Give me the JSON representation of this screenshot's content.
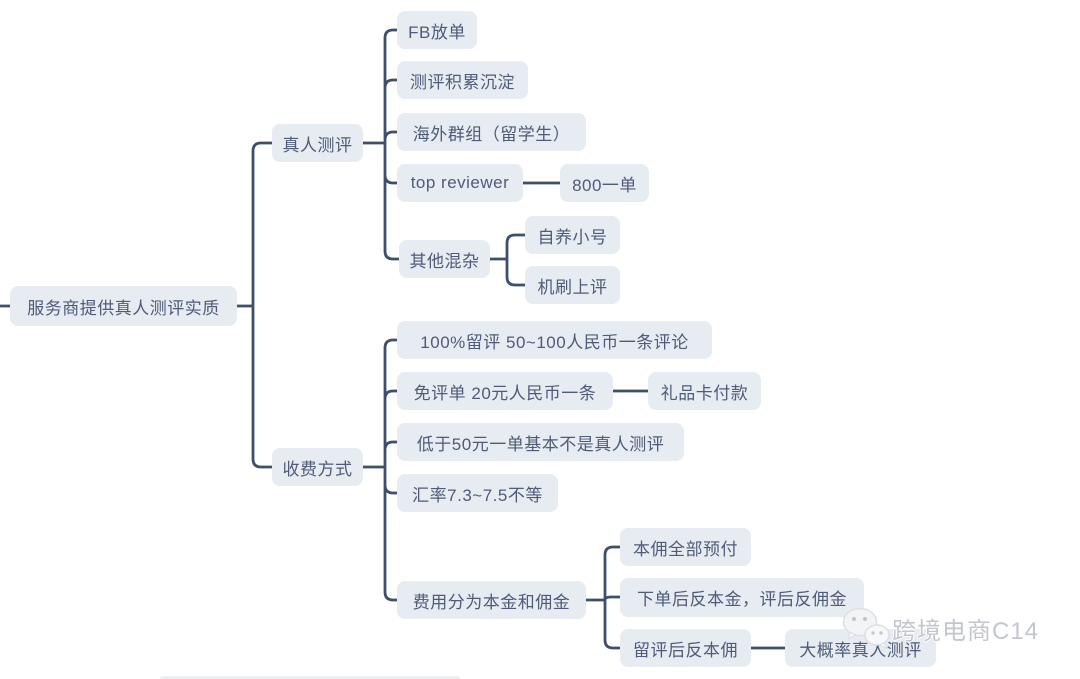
{
  "mindmap": {
    "root": {
      "label": "服务商提供真人测评实质"
    },
    "branches": [
      {
        "label": "真人测评",
        "children": [
          {
            "label": "FB放单"
          },
          {
            "label": "测评积累沉淀"
          },
          {
            "label": "海外群组（留学生）"
          },
          {
            "label": "top reviewer",
            "children": [
              {
                "label": "800一单"
              }
            ]
          },
          {
            "label": "其他混杂",
            "children": [
              {
                "label": "自养小号"
              },
              {
                "label": "机刷上评"
              }
            ]
          }
        ]
      },
      {
        "label": "收费方式",
        "children": [
          {
            "label": "100%留评 50~100人民币一条评论"
          },
          {
            "label": "免评单 20元人民币一条",
            "children": [
              {
                "label": "礼品卡付款"
              }
            ]
          },
          {
            "label": "低于50元一单基本不是真人测评"
          },
          {
            "label": "汇率7.3~7.5不等"
          },
          {
            "label": "费用分为本金和佣金",
            "children": [
              {
                "label": "本佣全部预付"
              },
              {
                "label": "下单后反本金，评后反佣金"
              },
              {
                "label": "留评后反本佣",
                "children": [
                  {
                    "label": "大概率真人测评"
                  }
                ]
              }
            ]
          }
        ]
      }
    ]
  },
  "watermark": {
    "icon": "wechat-icon",
    "text": "跨境电商C14"
  },
  "colors": {
    "node_bg": "#e7ebf2",
    "node_text": "#4e5c79",
    "line": "#3f4e6b",
    "watermark_text": "#c3c6cd"
  }
}
